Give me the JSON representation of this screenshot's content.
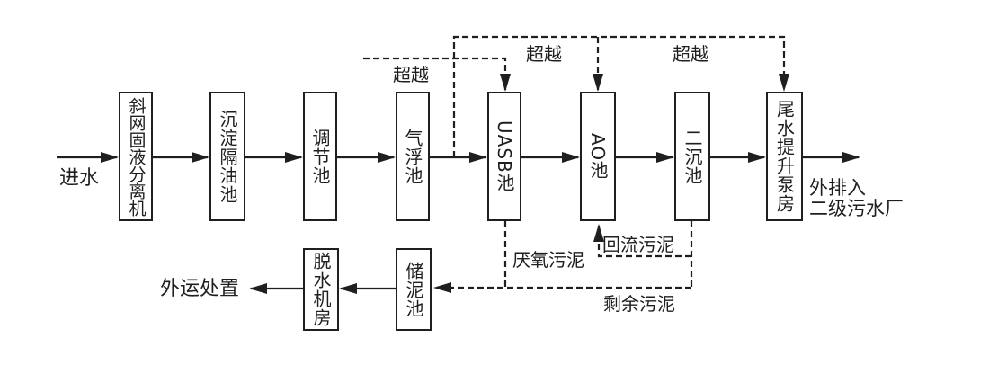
{
  "diagram": {
    "title_semantic": "wastewater-treatment-process-flow",
    "colors": {
      "line": "#1f1f1f",
      "background": "#ffffff"
    },
    "influent_label": "进水",
    "effluent": {
      "line1": "外排入",
      "line2": "二级污水厂"
    },
    "bypass_labels": [
      "超越",
      "超越",
      "超越"
    ],
    "process_boxes": [
      {
        "label": "斜网固液分离机"
      },
      {
        "label": "沉淀隔油池"
      },
      {
        "label": "调节池"
      },
      {
        "label": "气浮池"
      },
      {
        "label": "UASB池"
      },
      {
        "label": "AO池"
      },
      {
        "label": "二沉池"
      },
      {
        "label": "尾水提升泵房"
      }
    ],
    "sludge_boxes": [
      {
        "label": "储泥池"
      },
      {
        "label": "脱水机房"
      }
    ],
    "sludge_flow_labels": {
      "anaerobic": "厌氧污泥",
      "return": "回流污泥",
      "surplus": "剩余污泥"
    },
    "disposal_label": "外运处置"
  }
}
